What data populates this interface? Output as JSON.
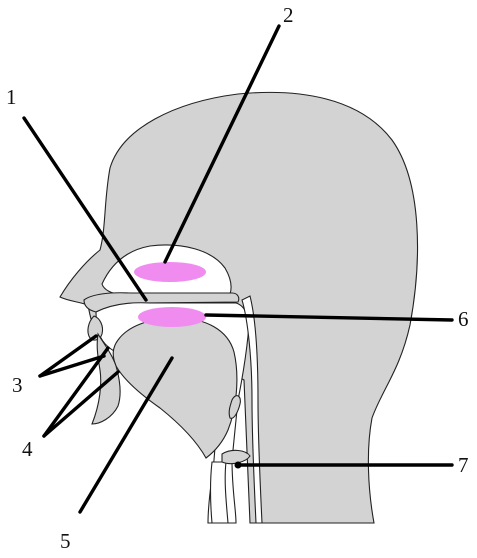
{
  "diagram": {
    "labels": [
      {
        "id": "label-1",
        "text": "1"
      },
      {
        "id": "label-2",
        "text": "2"
      },
      {
        "id": "label-3",
        "text": "3"
      },
      {
        "id": "label-4",
        "text": "4"
      },
      {
        "id": "label-5",
        "text": "5"
      },
      {
        "id": "label-6",
        "text": "6"
      },
      {
        "id": "label-7",
        "text": "7"
      }
    ],
    "colors": {
      "tissue": "#d3d3d3",
      "highlight": "#f08cf0",
      "outline": "#222222",
      "leader": "#000000"
    }
  }
}
